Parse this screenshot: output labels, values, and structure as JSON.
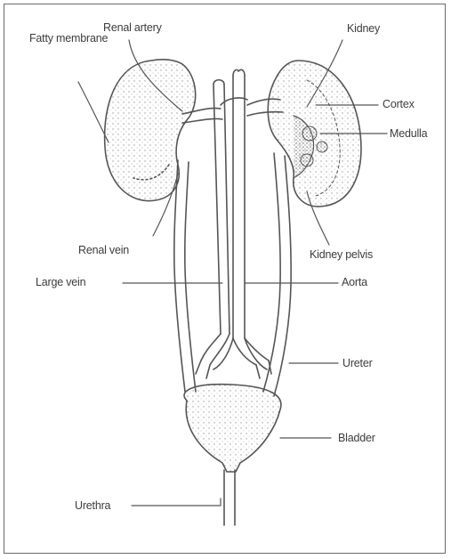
{
  "labels": {
    "fatty_membrane": "Fatty membrane",
    "renal_artery": "Renal artery",
    "kidney": "Kidney",
    "cortex": "Cortex",
    "medulla": "Medulla",
    "renal_vein": "Renal vein",
    "kidney_pelvis": "Kidney pelvis",
    "large_vein": "Large vein",
    "aorta": "Aorta",
    "ureter": "Ureter",
    "bladder": "Bladder",
    "urethra": "Urethra"
  },
  "colors": {
    "line": "#555555",
    "stipple": "#8a8a8a",
    "text": "#3c3c3c"
  }
}
